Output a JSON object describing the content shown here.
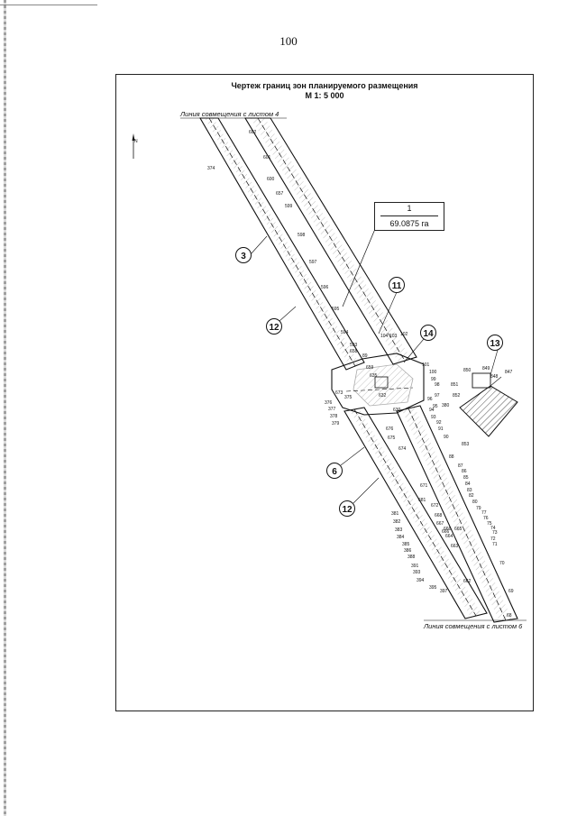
{
  "page_number": "100",
  "title_line1": "Чертеж границ зон планируемого  размещения",
  "title_line2": "М 1: 5 000",
  "join_line_top": "Линия совмещения с листом 4",
  "join_line_bottom": "Линия совмещения с листом 6",
  "north_label": "N",
  "area_callout": {
    "number": "1",
    "area": "69.0875 га"
  },
  "zone_numbers": [
    "3",
    "11",
    "12",
    "14",
    "13",
    "6",
    "12"
  ],
  "point_labels": {
    "upper_corridor": [
      "374",
      "602",
      "601",
      "600",
      "657",
      "599",
      "598",
      "597",
      "596",
      "595",
      "594",
      "593",
      "658"
    ],
    "junction": [
      "104",
      "103",
      "102",
      "101",
      "100",
      "99",
      "98",
      "97",
      "96",
      "95",
      "94",
      "93",
      "92",
      "91",
      "90",
      "89",
      "659",
      "635",
      "632",
      "630",
      "676",
      "675",
      "674",
      "673",
      "375",
      "376",
      "377",
      "378",
      "379",
      "380",
      "853",
      "854"
    ],
    "building": [
      "850",
      "849",
      "847",
      "848",
      "851",
      "852"
    ],
    "lower_left": [
      "381",
      "382",
      "383",
      "384",
      "385",
      "386",
      "388",
      "391",
      "393",
      "394",
      "395",
      "397",
      "671",
      "681"
    ],
    "lower_right": [
      "88",
      "87",
      "86",
      "85",
      "84",
      "83",
      "82",
      "80",
      "79",
      "77",
      "76",
      "75",
      "74",
      "73",
      "72",
      "71",
      "70",
      "69",
      "68",
      "672",
      "668",
      "667",
      "666",
      "665",
      "664",
      "663",
      "662",
      "666"
    ]
  }
}
